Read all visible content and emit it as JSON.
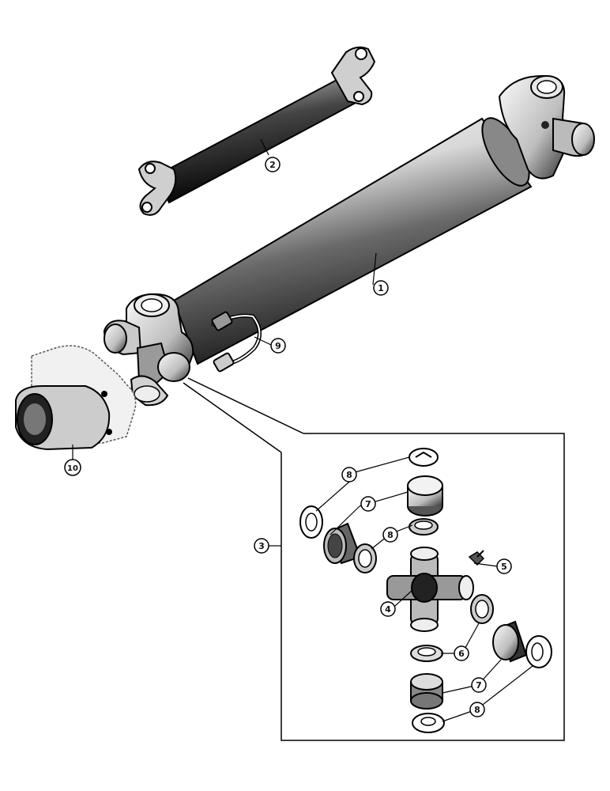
{
  "callouts": [
    {
      "id": "c1",
      "label": "1"
    },
    {
      "id": "c2",
      "label": "2"
    },
    {
      "id": "c3",
      "label": "3"
    },
    {
      "id": "c4",
      "label": "4"
    },
    {
      "id": "c5",
      "label": "5"
    },
    {
      "id": "c6",
      "label": "6"
    },
    {
      "id": "c7a",
      "label": "7"
    },
    {
      "id": "c7b",
      "label": "7"
    },
    {
      "id": "c8a",
      "label": "8"
    },
    {
      "id": "c8b",
      "label": "8"
    },
    {
      "id": "c8c",
      "label": "8"
    },
    {
      "id": "c9",
      "label": "9"
    },
    {
      "id": "c10",
      "label": "10"
    }
  ]
}
